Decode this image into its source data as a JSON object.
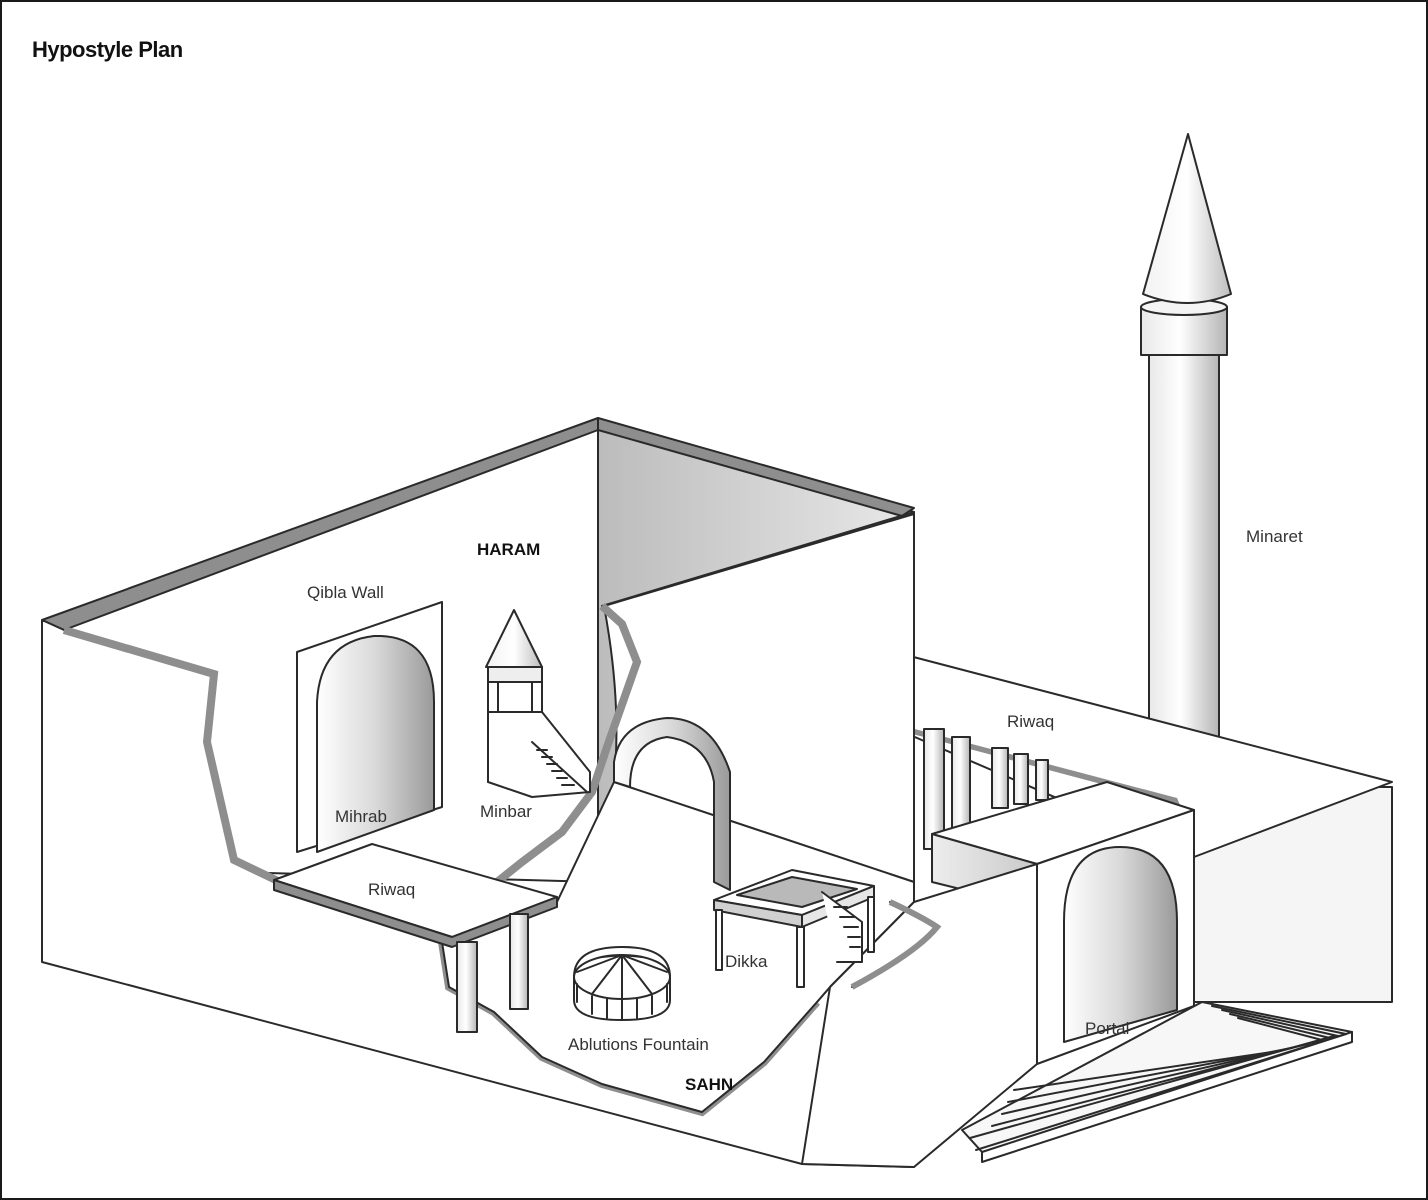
{
  "title": "Hypostyle Plan",
  "labels": {
    "haram": "HARAM",
    "qibla_wall": "Qibla Wall",
    "mihrab": "Mihrab",
    "minbar": "Minbar",
    "riwaq_left": "Riwaq",
    "riwaq_right": "Riwaq",
    "minaret": "Minaret",
    "dikka": "Dikka",
    "ablutions_fountain": "Ablutions Fountain",
    "sahn": "SAHN",
    "portal": "Portal"
  },
  "colors": {
    "line": "#2a2a2a",
    "wall_top": "#8e8e8e",
    "wall_face": "#ffffff",
    "shade_light": "#e6e6e6",
    "shade_dark": "#b8b8b8"
  }
}
